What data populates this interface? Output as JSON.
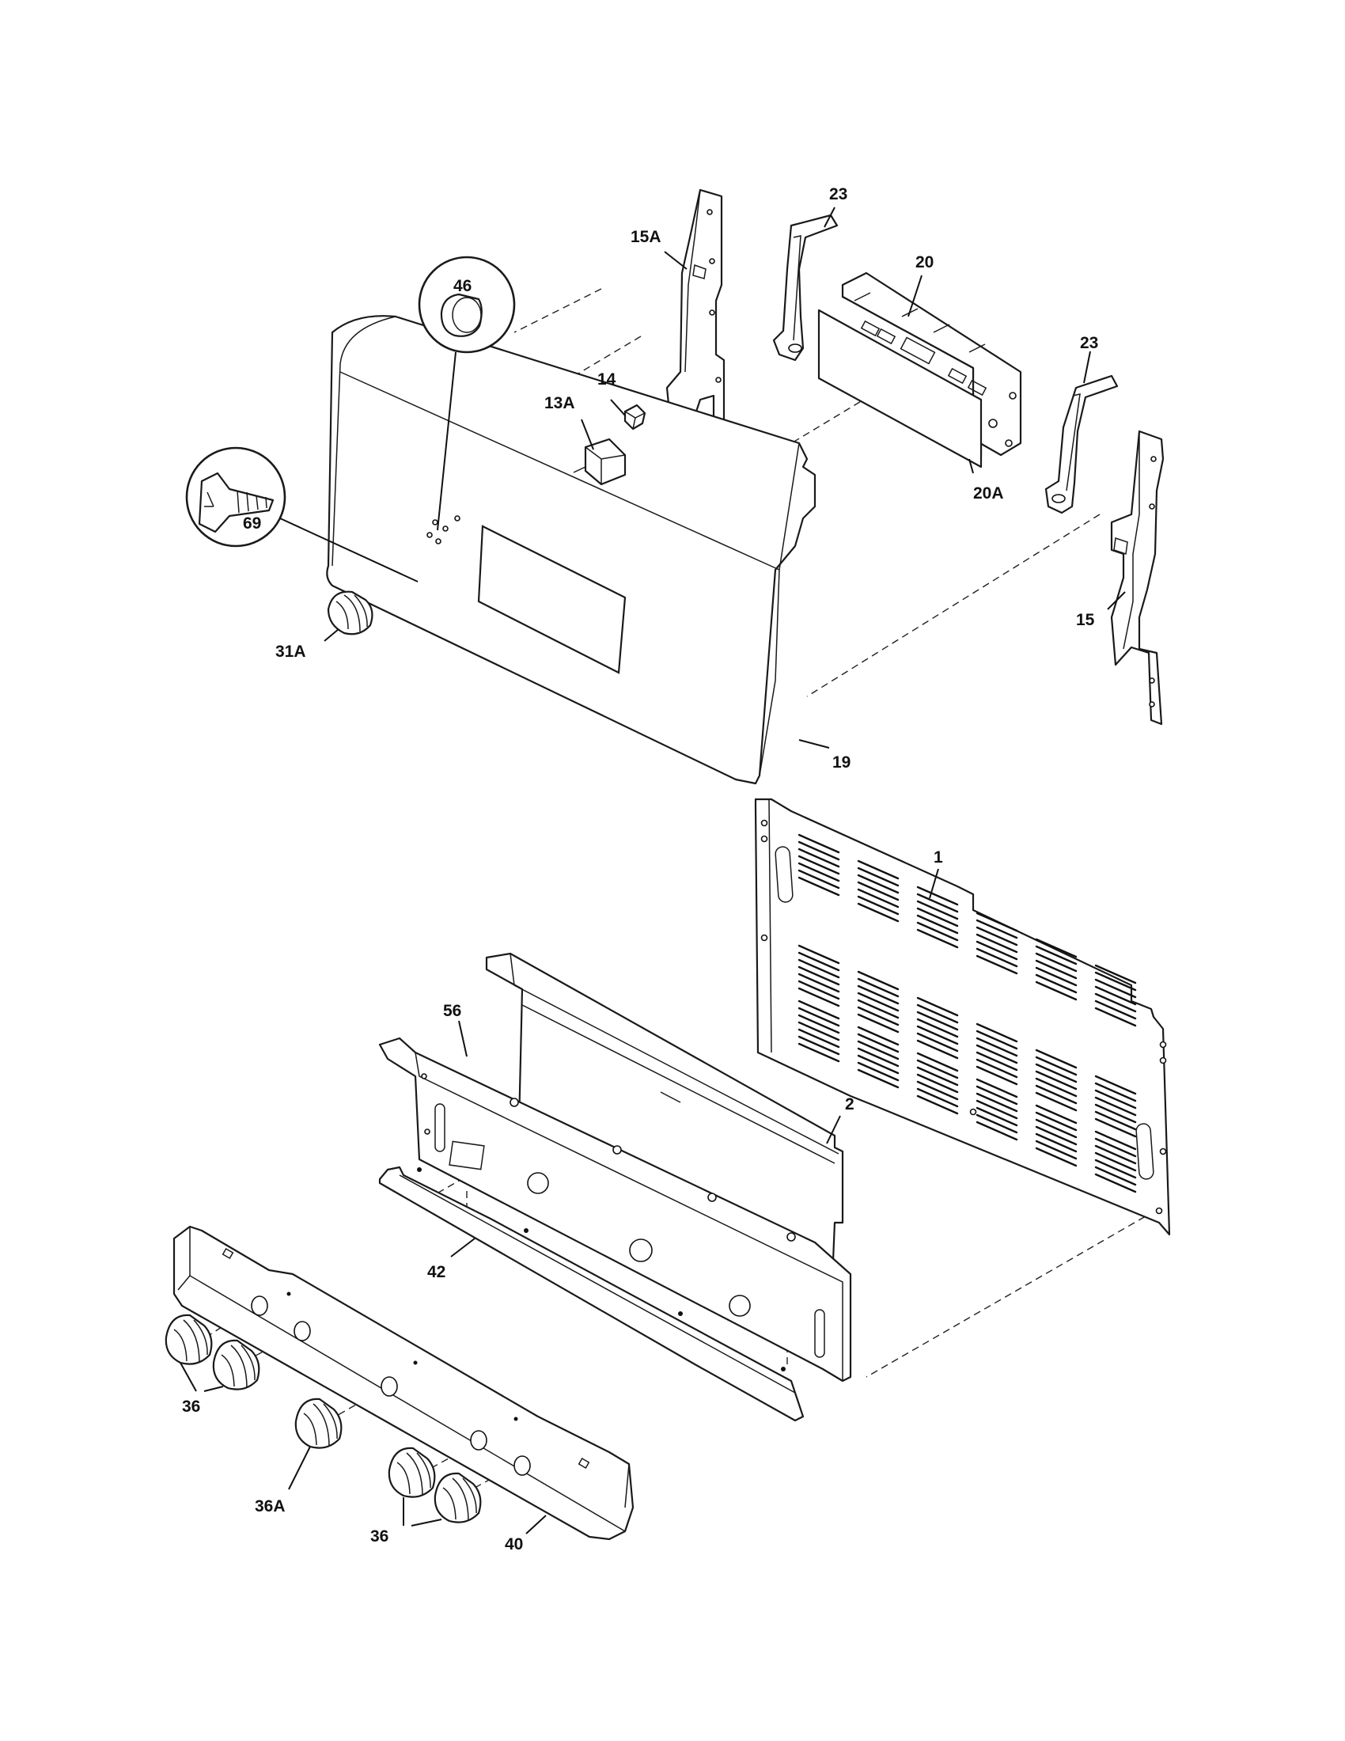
{
  "callouts": {
    "c1": "1",
    "c2": "2",
    "c13a": "13A",
    "c14": "14",
    "c15": "15",
    "c15a": "15A",
    "c19": "19",
    "c20": "20",
    "c20a": "20A",
    "c23_left": "23",
    "c23_right": "23",
    "c31a": "31A",
    "c36_left": "36",
    "c36a": "36A",
    "c36_right": "36",
    "c40": "40",
    "c42": "42",
    "c46": "46",
    "c56": "56",
    "c69": "69"
  }
}
